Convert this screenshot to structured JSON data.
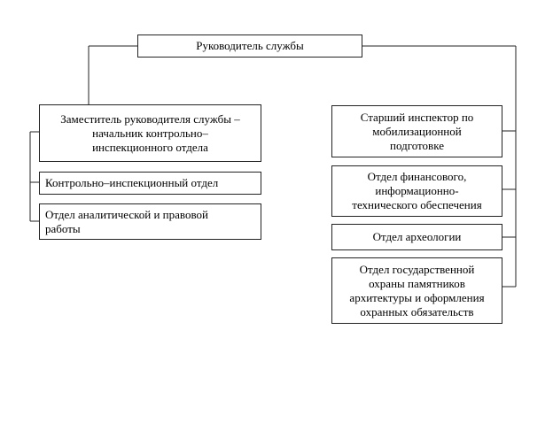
{
  "diagram": {
    "head": "Руководитель службы",
    "left_branch": {
      "deputy": "Заместитель руководителя службы –\nначальник контрольно–\nинспекционного отдела",
      "departments": [
        "Контрольно–инспекционный отдел",
        "Отдел аналитической и правовой\nработы"
      ]
    },
    "right_branch": [
      "Старший инспектор по\nмобилизационной\nподготовке",
      "Отдел финансового,\nинформационно-\nтехнического обеспечения",
      "Отдел археологии",
      "Отдел государственной\nохраны памятников\nархитектуры и оформления\nохранных обязательств"
    ]
  }
}
